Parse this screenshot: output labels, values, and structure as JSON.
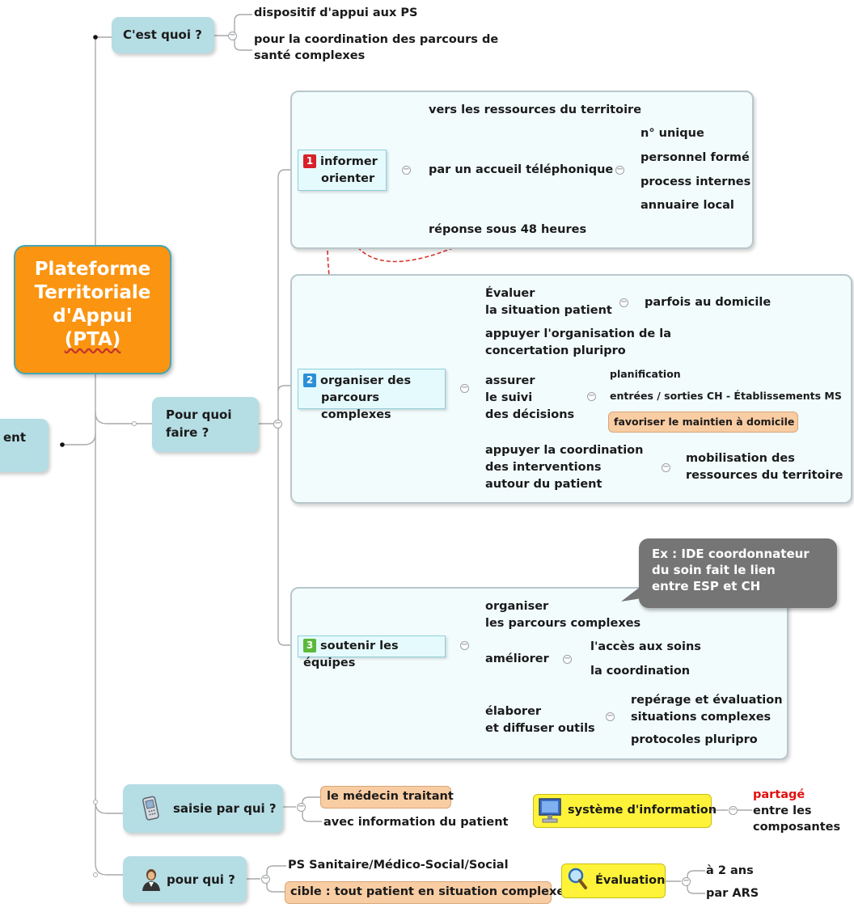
{
  "central_topic": {
    "lines": [
      "Plateforme",
      "Territoriale",
      "d'Appui",
      "(PTA)"
    ]
  },
  "left_partial_label": "ent",
  "branches": {
    "cest_quoi": {
      "label": "C'est quoi ?",
      "children": [
        "dispositif d'appui aux PS",
        "pour la coordination des parcours de",
        "santé complexes"
      ]
    },
    "pour_quoi_faire": {
      "label_line1": "Pour quoi",
      "label_line2": "faire ?",
      "informer": {
        "number": "1",
        "label_line1": "informer",
        "label_line2": "orienter",
        "items": {
          "ressources": "vers les ressources du territoire",
          "accueil": "par un accueil téléphonique",
          "accueil_children": [
            "n° unique",
            "personnel formé",
            "process internes",
            "annuaire local"
          ],
          "reponse": "réponse sous 48 heures"
        }
      },
      "organiser": {
        "number": "2",
        "label_line1": "organiser des",
        "label_line2": "parcours complexes",
        "items": {
          "evaluer_lines": [
            "Évaluer",
            "la situation patient"
          ],
          "evaluer_child": "parfois au domicile",
          "appuyer_org_lines": [
            "appuyer l'organisation de la",
            "concertation pluripro"
          ],
          "assurer_lines": [
            "assurer",
            "le suivi",
            "des décisions"
          ],
          "assurer_children": [
            "planification",
            "entrées / sorties CH - Établissements MS",
            "favoriser le maintien à domicile"
          ],
          "appuyer_coord_lines": [
            "appuyer la coordination",
            "des interventions",
            "autour du patient"
          ],
          "appuyer_coord_child_lines": [
            "mobilisation des",
            "ressources du territoire"
          ]
        }
      },
      "soutenir": {
        "number": "3",
        "label": "soutenir les équipes",
        "items": {
          "organiser_lines": [
            "organiser",
            "les parcours complexes"
          ],
          "ameliorer": "améliorer",
          "ameliorer_children": [
            "l'accès aux soins",
            "la coordination"
          ],
          "elaborer_lines": [
            "élaborer",
            "et diffuser outils"
          ],
          "elaborer_children_lines": [
            "repérage et évaluation",
            "situations complexes",
            "protocoles pluripro"
          ]
        },
        "callout_lines": [
          "Ex : IDE coordonnateur",
          "du soin fait le lien",
          "entre ESP et CH"
        ]
      }
    },
    "saisie": {
      "label": "saisie par qui ?",
      "children": [
        "le médecin traitant",
        "avec information du patient"
      ]
    },
    "systeme": {
      "label": "système d'information",
      "children": [
        "partagé",
        "entre les",
        "composantes"
      ]
    },
    "pour_qui": {
      "label": "pour qui ?",
      "children": [
        "PS Sanitaire/Médico-Social/Social",
        "cible : tout patient en situation complexe"
      ]
    },
    "evaluation": {
      "label": "Évaluation",
      "children": [
        "à 2 ans",
        "par ARS"
      ]
    }
  },
  "colors": {
    "central_fill": "#fb9410",
    "topic_fill": "#b5dde4",
    "panel_fill": "#f2fcfd",
    "highlight_orange": "#f9cda3",
    "highlight_yellow": "#fff33a",
    "number_red": "#d8202a",
    "number_blue": "#2a8fd8",
    "number_green": "#5cb83a",
    "relation_arrow": "#d8342c",
    "callout_fill": "#757575",
    "accent_red_text": "#e11010"
  }
}
